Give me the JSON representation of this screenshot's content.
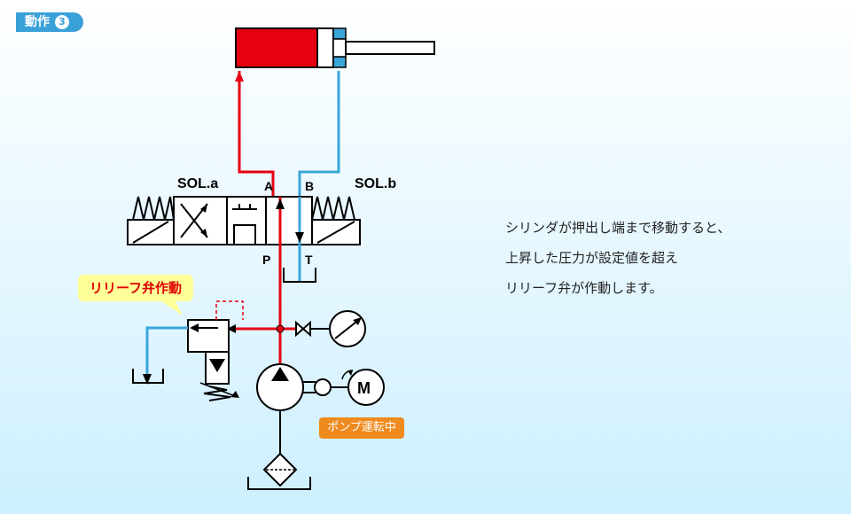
{
  "header": {
    "step_label": "動作",
    "step_number": "3"
  },
  "description": {
    "lines": [
      "シリンダが押出し端まで移動すると、",
      "上昇した圧力が設定値を超え",
      "リリーフ弁が作動します。"
    ]
  },
  "labels": {
    "sol_a": "SOL.a",
    "sol_b": "SOL.b",
    "port_a": "A",
    "port_b": "B",
    "port_p": "P",
    "port_t": "T",
    "relief": "リリーフ弁作動",
    "pump_status": "ポンプ運転中",
    "motor": "M"
  },
  "colors": {
    "pressure_line": "#e60012",
    "return_line": "#3aa6d9",
    "badge": "#3aa0d8",
    "relief_label_bg": "#ffff99",
    "pump_label_bg": "#ef8a1f",
    "cylinder_chamber": "#e60012"
  }
}
